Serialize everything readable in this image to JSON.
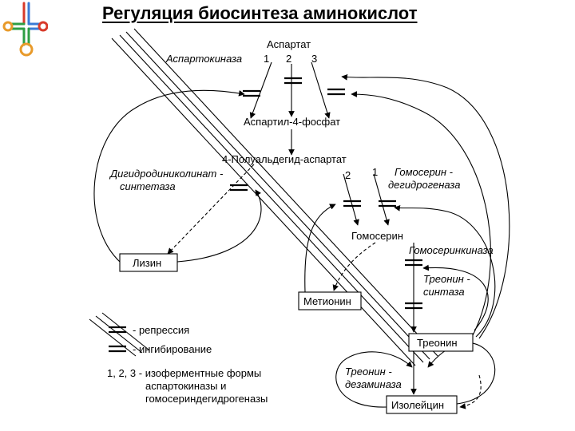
{
  "title": "Регуляция биосинтеза аминокислот",
  "nodes": {
    "aspartate": "Аспартат",
    "aspartyl_phosphate": "Аспартил-4-фосфат",
    "semialdehyde": "4-Полуальдегид-аспартат",
    "homoserine": "Гомосерин",
    "lysine": "Лизин",
    "methionine": "Метионин",
    "threonine": "Треонин",
    "isoleucine": "Изолейцин"
  },
  "enzymes": {
    "aspartokinase": "Аспартокиназа",
    "dhdp_synthase_1": "Дигидродиниколинат -",
    "dhdp_synthase_2": "синтетаза",
    "homoserine_dh_1": "Гомосерин -",
    "homoserine_dh_2": "дегидрогеназа",
    "homoserine_kinase": "Гомосеринкиназа",
    "threonine_synthase_1": "Треонин -",
    "threonine_synthase_2": "синтаза",
    "threonine_deaminase_1": "Треонин -",
    "threonine_deaminase_2": "дезаминаза"
  },
  "isoform_labels": {
    "ak_1": "1",
    "ak_2": "2",
    "ak_3": "3",
    "hsdh_2": "2",
    "hsdh_1": "1"
  },
  "legend": {
    "repression": "- репрессия",
    "inhibition": "- ингибирование",
    "isoforms_1": "1, 2, 3 - изоферментные формы",
    "isoforms_2": "аспартокиназы и",
    "isoforms_3": "гомосериндегидрогеназы"
  },
  "colors": {
    "ink": "#000000",
    "logo_red": "#d83a2a",
    "logo_blue": "#3a7bd5",
    "logo_green": "#2e9e44",
    "logo_orange": "#e89a2a"
  }
}
